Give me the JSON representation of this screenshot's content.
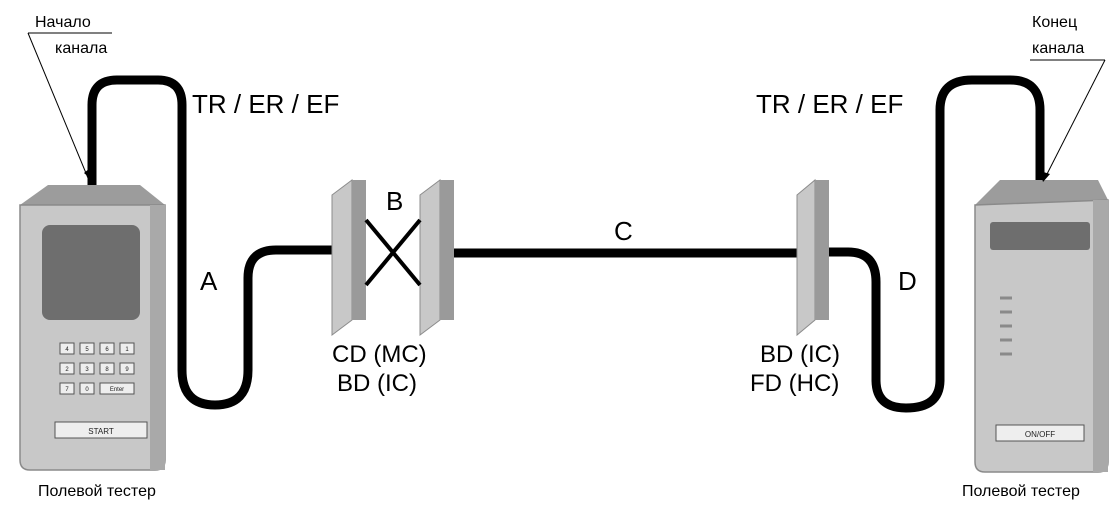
{
  "callouts": {
    "left_line1": "Начало",
    "left_line2": "канала",
    "right_line1": "Конец",
    "right_line2": "канала"
  },
  "cable_labels": {
    "tr_left": "TR / ER / EF",
    "tr_right": "TR / ER / EF",
    "segment_a": "A",
    "segment_b": "B",
    "segment_c": "C",
    "segment_d": "D"
  },
  "panel_labels": {
    "left_line1": "CD (MC)",
    "left_line2": "BD (IC)",
    "right_line1": "BD (IC)",
    "right_line2": "FD (HC)"
  },
  "left_tester": {
    "caption": "Полевой тестер",
    "keys": [
      "4",
      "5",
      "6",
      "1",
      "2",
      "3",
      "8",
      "9",
      "7",
      "0",
      "Enter"
    ],
    "start_button": "START"
  },
  "right_tester": {
    "caption": "Полевой тестер",
    "power_button": "ON/OFF"
  },
  "colors": {
    "cable": "#000000",
    "device_body": "#c8c8c8",
    "device_dark": "#8c8c8c",
    "screen": "#6e6e6e",
    "panel_front": "#9a9a9a",
    "panel_side": "#c8c8c8"
  }
}
